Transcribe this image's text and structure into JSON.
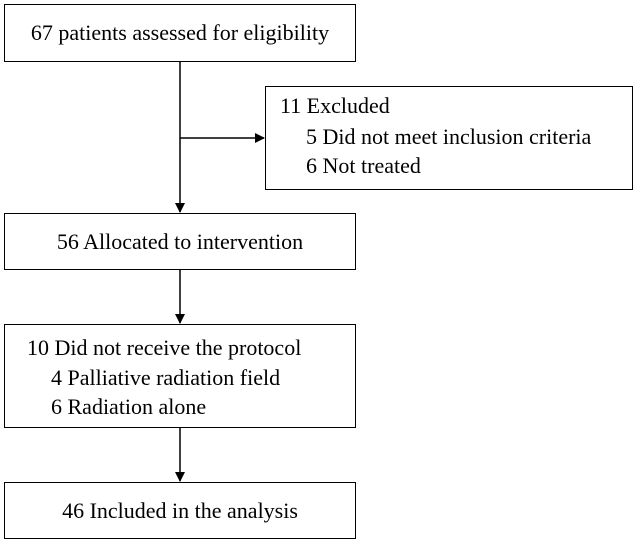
{
  "flow": {
    "assessed": "67 patients assessed for eligibility",
    "excluded": {
      "title": "11 Excluded",
      "items": [
        "5 Did not meet inclusion criteria",
        "6 Not treated"
      ]
    },
    "allocated": "56 Allocated to intervention",
    "not_received": {
      "title": "10 Did not receive the protocol",
      "items": [
        "4 Palliative radiation field",
        "6 Radiation alone"
      ]
    },
    "analysis": "46 Included in the analysis"
  },
  "colors": {
    "stroke": "#000000",
    "background": "#ffffff"
  }
}
